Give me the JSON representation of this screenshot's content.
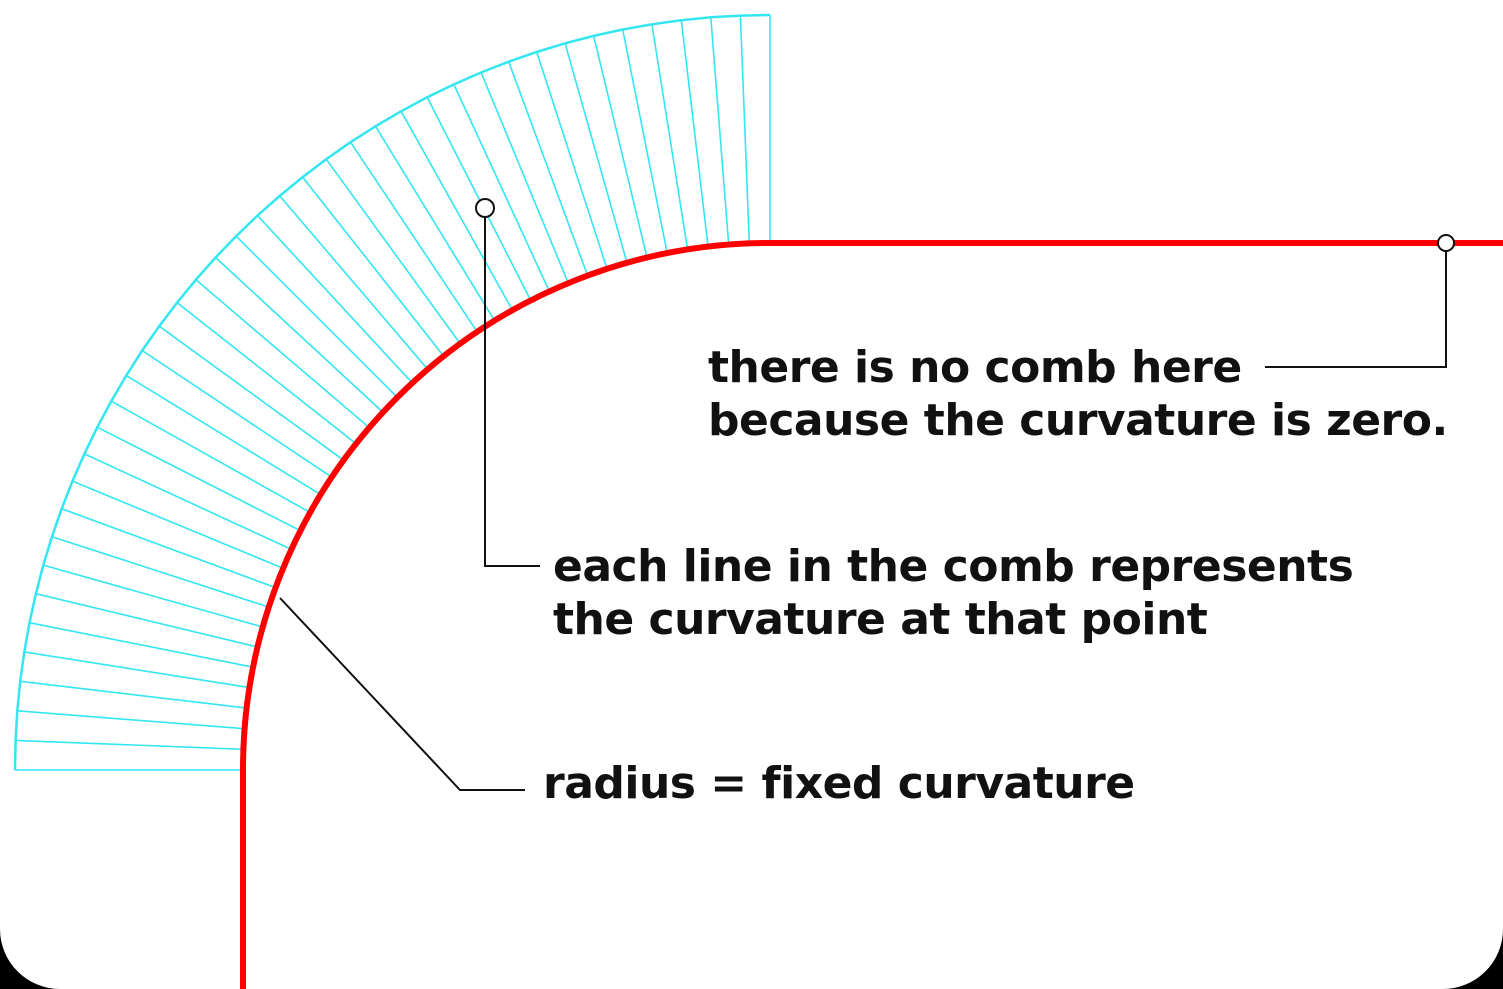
{
  "colors": {
    "curve": "#ff0000",
    "comb": "#33e6f0",
    "leader": "#111111",
    "background": "#ffffff",
    "frame": "#000000"
  },
  "annotations": {
    "no_comb": {
      "line1": "there is no comb here",
      "line2": "because the curvature is zero."
    },
    "comb_line": {
      "line1": "each line in the comb represents",
      "line2": "the curvature at that point"
    },
    "radius": {
      "line1": "radius = fixed curvature"
    }
  }
}
